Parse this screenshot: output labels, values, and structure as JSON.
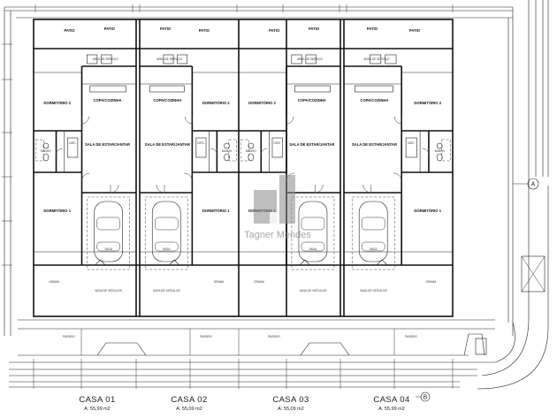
{
  "rooms": {
    "patio": "PATIO",
    "area_servico": "AREA DE SERVIÇO",
    "copa_cozinha": "COPA/COZINHA",
    "dormitorio_1": "DORMITÓRIO 1",
    "dormitorio_2": "DORMITÓRIO 2",
    "sala": "SALA DE ESTAR/JANTAR",
    "circ": "CIRC.",
    "banho": "BANHO",
    "vaga": "VAGA",
    "grama": "GRAMA",
    "passeio": "PASSEIO",
    "garage_note": "VAGA DE VEÍCULOS"
  },
  "houses": [
    {
      "name": "CASA 01",
      "area": "A: 55,99 m2"
    },
    {
      "name": "CASA 02",
      "area": "A: 55,09 m2"
    },
    {
      "name": "CASA 03",
      "area": "A: 55,09 m2"
    },
    {
      "name": "CASA 04",
      "area": "A: 55,99 m2"
    }
  ],
  "axes": {
    "a": "A",
    "b": "B"
  },
  "watermark": "Tagner Mendes"
}
